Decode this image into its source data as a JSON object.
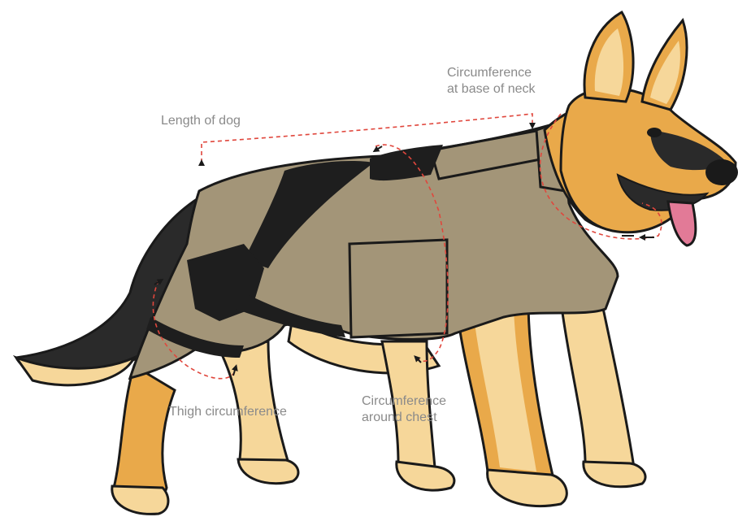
{
  "labels": {
    "neck": {
      "line1": "Circumference",
      "line2": "at base of neck"
    },
    "length": "Length of dog",
    "thigh": "Thigh circumference",
    "chest": {
      "line1": "Circumference",
      "line2": "around chest"
    }
  },
  "colors": {
    "label_text": "#8a8a8a",
    "measure_line": "#e0463c",
    "vest_fill": "#a39578",
    "vest_strap": "#1e1e1e",
    "fur_tan": "#e9a94a",
    "fur_light": "#f6d79a",
    "fur_dark": "#2a2a2a",
    "outline": "#1a1a1a",
    "tongue": "#e27a97"
  }
}
